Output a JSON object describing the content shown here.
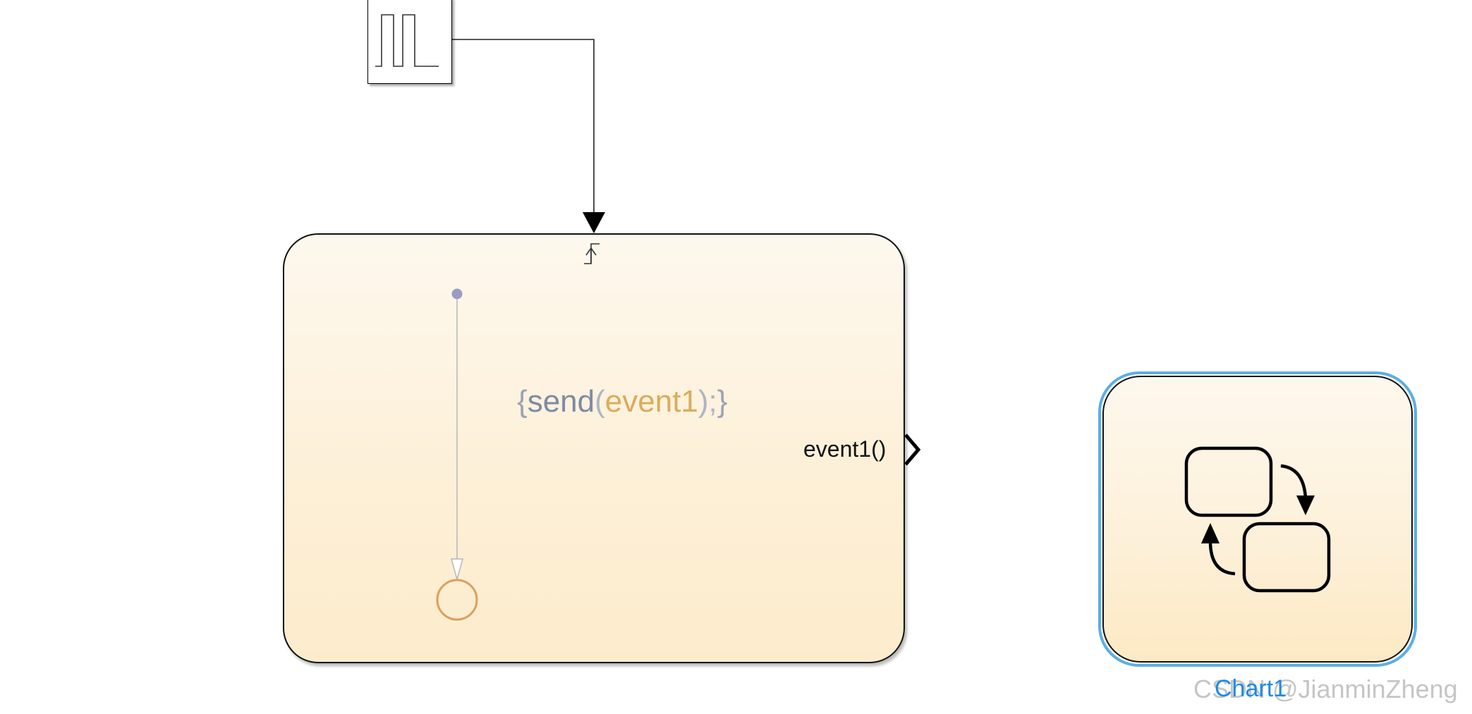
{
  "diagram": {
    "pulse_block": {
      "icon": "pulse-generator-icon"
    },
    "chart_block": {
      "code": {
        "brace_open": "{",
        "keyword": "send",
        "paren_open": "(",
        "argument": "event1",
        "paren_close": ")",
        "terminator": ";",
        "brace_close": "}"
      },
      "output_event_label": "event1()",
      "trigger_icon": "rising-edge-trigger-icon"
    },
    "chart_icon_block": {
      "name": "Chart1",
      "icon": "stateflow-chart-icon"
    },
    "watermark": "CSDN @JianminZheng",
    "colors": {
      "block_border": "#111111",
      "chart_fill_top": "#fdf8ee",
      "chart_fill_bottom": "#fdeccc",
      "selection_blue": "#5aaee8",
      "label_blue": "#1e8ae8",
      "default_transition_dot": "#9a9cc4",
      "junction_orange": "#d9a060"
    }
  }
}
